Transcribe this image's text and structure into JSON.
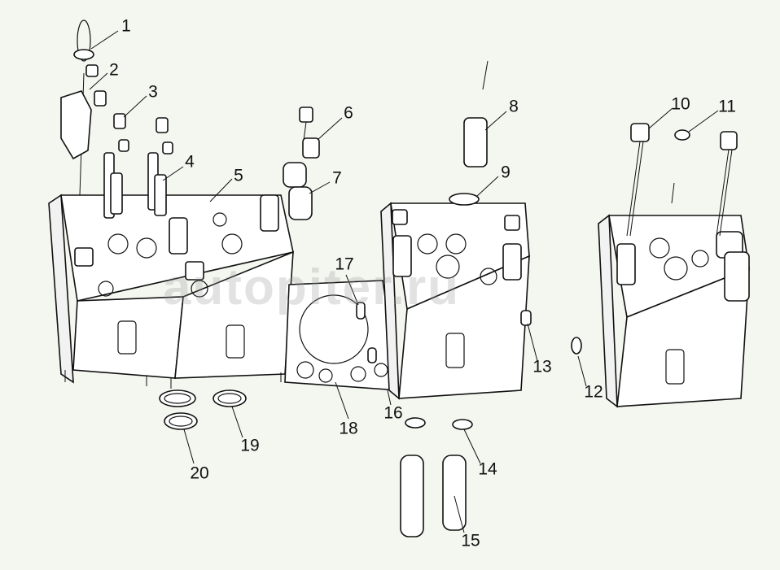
{
  "diagram": {
    "type": "exploded-parts-diagram",
    "watermark": "autopiter.ru",
    "callouts": [
      "1",
      "2",
      "3",
      "4",
      "5",
      "6",
      "7",
      "8",
      "9",
      "10",
      "11",
      "12",
      "13",
      "14",
      "15",
      "16",
      "17",
      "18",
      "19",
      "20"
    ]
  }
}
